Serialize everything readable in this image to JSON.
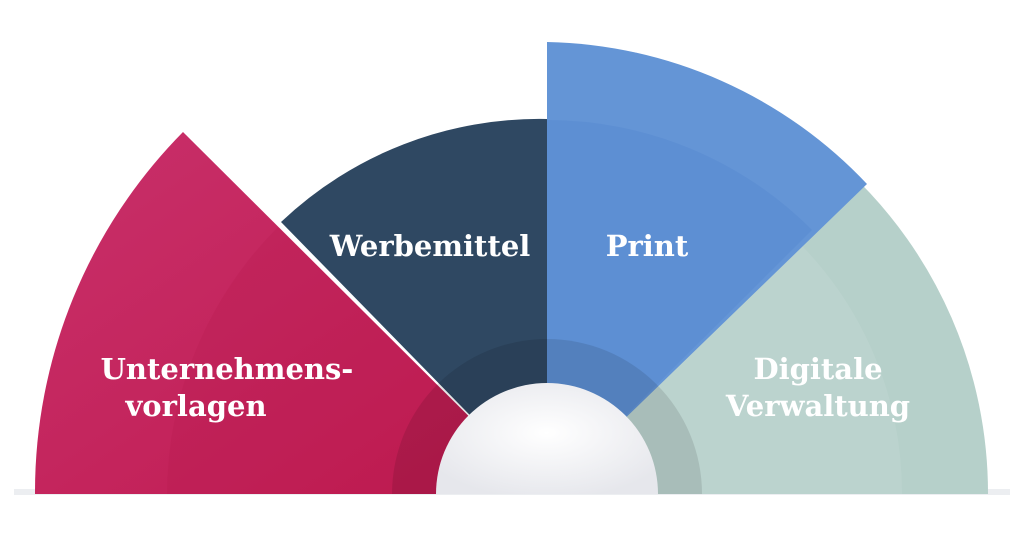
{
  "diagram": {
    "segments": [
      {
        "id": "unternehmensvorlagen",
        "lines": [
          "Unternehmens-",
          "vorlagen"
        ],
        "color": "#c51f5a"
      },
      {
        "id": "werbemittel",
        "lines": [
          "Werbemittel"
        ],
        "color": "#2f4862"
      },
      {
        "id": "print",
        "lines": [
          "Print"
        ],
        "color": "#6495d6"
      },
      {
        "id": "digitale-verwaltung",
        "lines": [
          "Digitale",
          "Verwaltung"
        ],
        "color": "#b6d0ca"
      }
    ],
    "hub_color": "#f4f4f6",
    "ground_color": "#eceef1"
  }
}
